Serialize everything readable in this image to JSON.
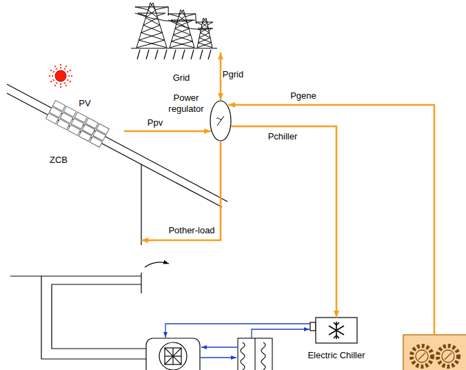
{
  "diagram": {
    "nodes": [
      {
        "text": [
          "Grid"
        ]
      },
      {
        "text": [
          "Power regulator"
        ]
      },
      {
        "text": [
          "PV"
        ]
      },
      {
        "text": [
          "ZCB"
        ]
      },
      {
        "text": [
          "Electric Chiller"
        ]
      }
    ],
    "edges": [
      {
        "from": 0,
        "to": 1,
        "arrow": "both",
        "label": "Pgrid"
      },
      {
        "from": 2,
        "to": 1,
        "arrow": "to",
        "label": "Ppv"
      },
      {
        "from": 1,
        "to": 4,
        "arrow": "to",
        "label": "Pchiller"
      },
      {
        "from": 1,
        "to": 3,
        "arrow": "to",
        "label": "Pother-load"
      }
    ],
    "labels": [
      "Pgene"
    ]
  }
}
